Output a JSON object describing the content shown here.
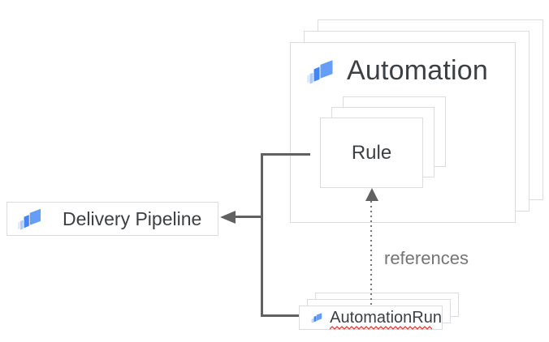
{
  "diagram": {
    "nodes": {
      "automation": {
        "label": "Automation",
        "stacked_cards": 3
      },
      "rule": {
        "label": "Rule",
        "stacked_cards": 3
      },
      "delivery_pipeline": {
        "label": "Delivery Pipeline"
      },
      "automation_run": {
        "label": "AutomationRun",
        "stacked_cards": 3,
        "spellcheck_underline": true
      }
    },
    "edges": {
      "references": {
        "label": "references",
        "style": "dotted",
        "from": "AutomationRun",
        "to": "Rule"
      },
      "to_delivery_pipeline": {
        "style": "solid",
        "from": "Rule / AutomationRun",
        "to": "Delivery Pipeline"
      }
    },
    "colors": {
      "node_border": "#dadce0",
      "node_text": "#3c4043",
      "connector": "#616161",
      "edge_label_text": "#757575",
      "squiggle_red": "#e53935",
      "icon_blue_medium": "#669df6",
      "icon_blue_vivid": "#4285f4",
      "icon_blue_light": "#aecbfa",
      "icon_blue_pale": "#d2e3fc"
    }
  }
}
